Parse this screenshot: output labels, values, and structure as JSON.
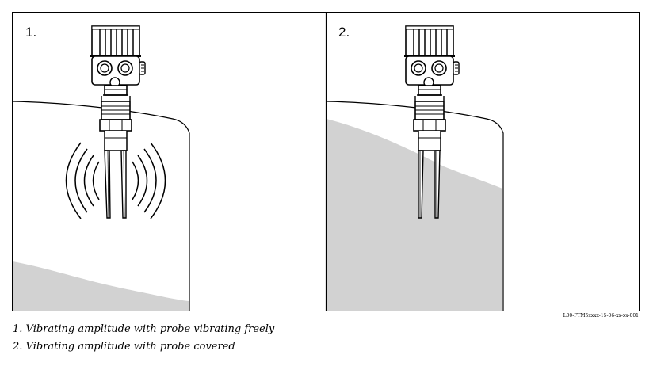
{
  "figure": {
    "panels": [
      {
        "label": "1.",
        "state": "vibrating freely"
      },
      {
        "label": "2.",
        "state": "covered"
      }
    ],
    "code": "L00-FTM5xxxx-15-06-xx-xx-001",
    "colors": {
      "line": "#000000",
      "fill": "#d2d2d2",
      "background": "#ffffff"
    }
  },
  "captions": [
    "1. Vibrating amplitude with probe vibrating freely",
    "2. Vibrating amplitude with probe covered"
  ]
}
